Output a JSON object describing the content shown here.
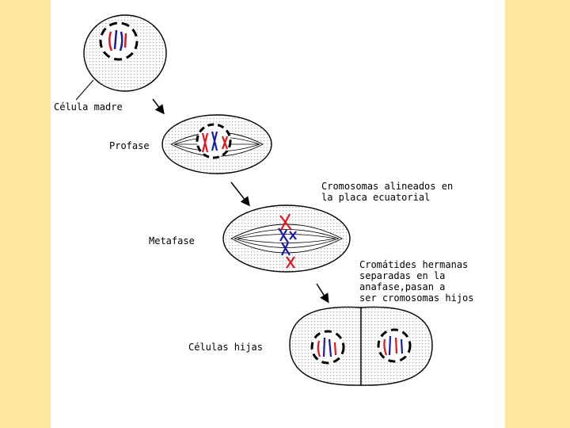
{
  "labels": {
    "mother_cell": "Célula madre",
    "prophase": "Profase",
    "metaphase": "Metafase",
    "daughter_cells": "Células hijas",
    "aligned_chromosomes": [
      "Cromosomas alineados en",
      "la placa ecuatorial"
    ],
    "sister_chromatids": [
      "Cromátides hermanas",
      "separadas en la",
      "anafase,pasan a",
      "ser cromosomas hijos"
    ]
  },
  "colors": {
    "background": "#fde69e",
    "slide": "#ffffff",
    "chromosome_red": "#e8141c",
    "chromosome_blue": "#1a1aa8",
    "outline": "#000000"
  }
}
